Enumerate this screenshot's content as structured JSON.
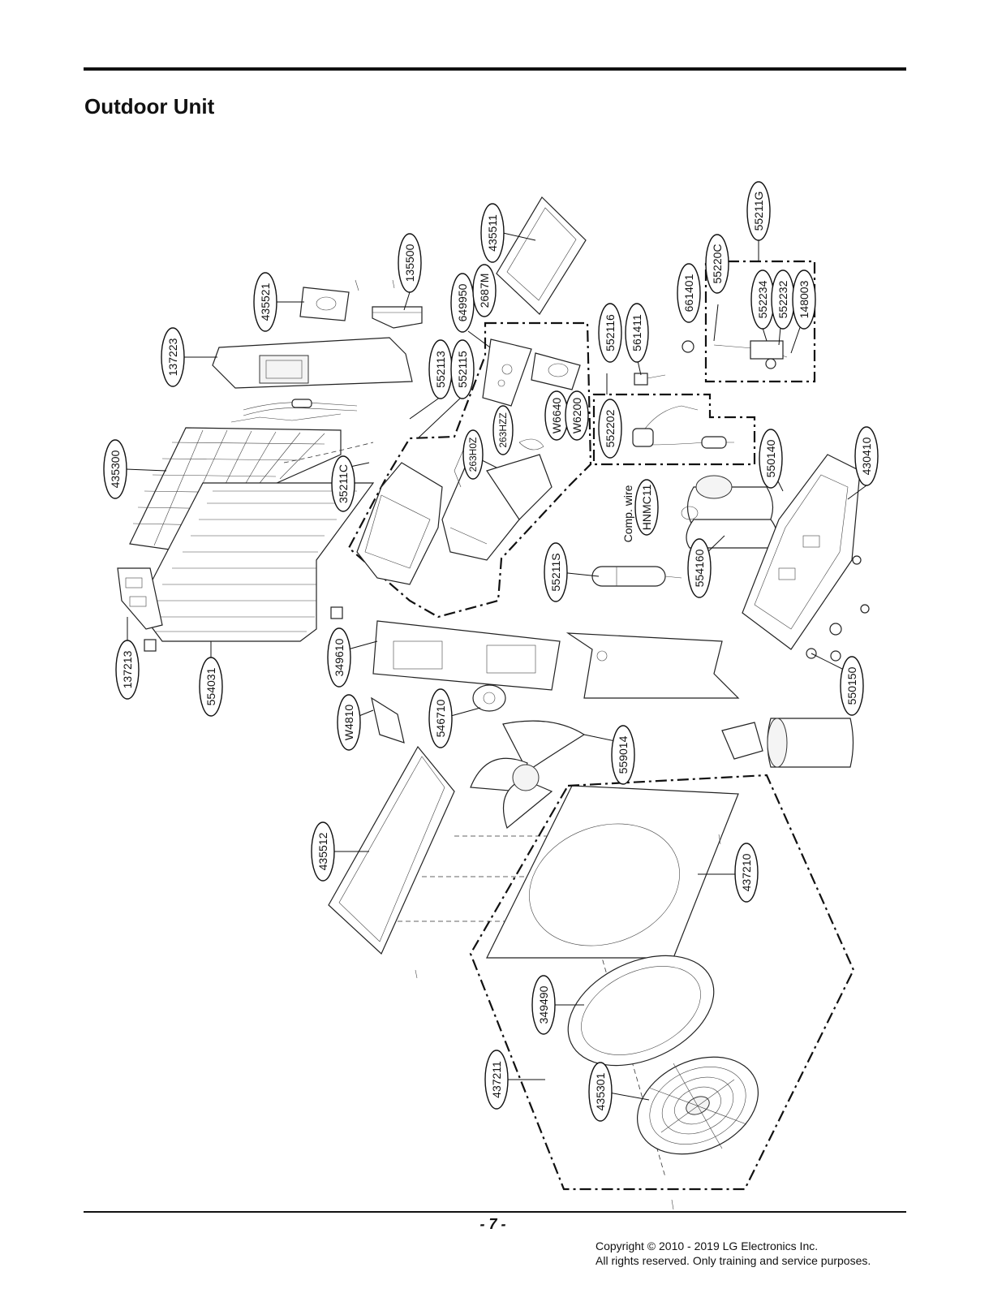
{
  "page": {
    "title": "Outdoor Unit",
    "page_number": "- 7 -",
    "copyright_line1": "Copyright © 2010 - 2019 LG Electronics Inc.",
    "copyright_line2": "All rights reserved. Only training and service purposes."
  },
  "parts": {
    "p435511": "435511",
    "p135500": "135500",
    "p435521": "435521",
    "p137223": "137223",
    "p649950": "649950",
    "p2687M": "2687M",
    "p552113": "552113",
    "p552115": "552115",
    "p552116": "552116",
    "p561411": "561411",
    "p661401": "661401",
    "p55220C": "55220C",
    "p55211G": "55211G",
    "p552234": "552234",
    "p552232": "552232",
    "p148003": "148003",
    "p435300": "435300",
    "p35211C": "35211C",
    "p263H0Z": "263H0Z",
    "p263HZZ": "263HZZ",
    "pW6640": "W6640",
    "pW6200": "W6200",
    "p552202": "552202",
    "p550140": "550140",
    "p430410": "430410",
    "comp_wire": "Comp. wire",
    "pHNMC11": "HNMC11",
    "p55211S": "55211S",
    "p554160": "554160",
    "p137213": "137213",
    "p554031": "554031",
    "p349610": "349610",
    "p550150": "550150",
    "pW4810": "W4810",
    "p546710": "546710",
    "p559014": "559014",
    "p435512": "435512",
    "p437210": "437210",
    "p349490": "349490",
    "p437211": "437211",
    "p435301": "435301"
  }
}
